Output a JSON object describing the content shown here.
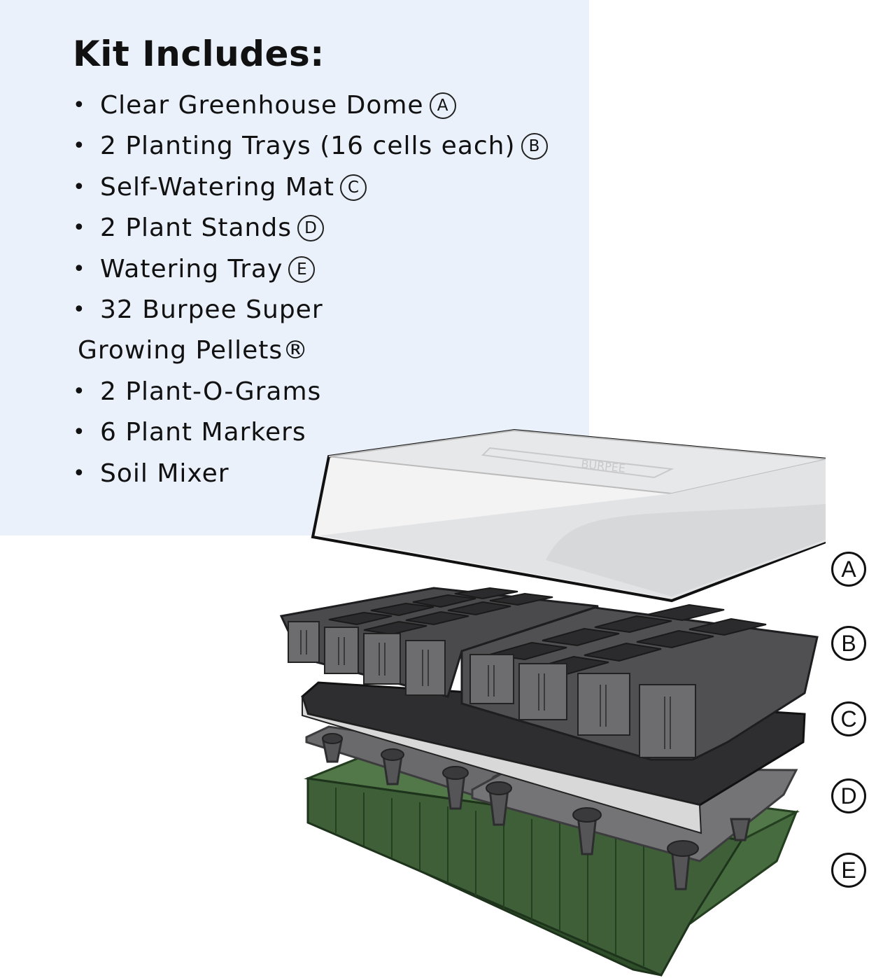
{
  "panel": {
    "title": "Kit Includes:",
    "items": [
      {
        "bullet": "•",
        "text": "Clear Greenhouse Dome",
        "badge": "A"
      },
      {
        "bullet": "•",
        "text": "2 Planting Trays (16 cells each)",
        "badge": "B"
      },
      {
        "bullet": "•",
        "text": "Self-Watering Mat",
        "badge": "C"
      },
      {
        "bullet": "•",
        "text": "2 Plant Stands",
        "badge": "D"
      },
      {
        "bullet": "•",
        "text": "Watering Tray",
        "badge": "E"
      },
      {
        "bullet": "•",
        "text": "32 Burpee Super",
        "badge": ""
      },
      {
        "bullet": "",
        "text": "Growing Pellets®",
        "badge": ""
      },
      {
        "bullet": "•",
        "text": "2 Plant-O-Grams",
        "badge": ""
      },
      {
        "bullet": "•",
        "text": "6 Plant Markers",
        "badge": ""
      },
      {
        "bullet": "•",
        "text": "Soil Mixer",
        "badge": ""
      }
    ]
  },
  "illustration": {
    "dome_text": "BURPEE",
    "labels": [
      "A",
      "B",
      "C",
      "D",
      "E"
    ]
  },
  "colors": {
    "panel_bg": "#eaf1fb",
    "dome": "#f2f3f4",
    "tray_dark": "#4a4a4c",
    "mat": "#2e2e30",
    "stand": "#6a6a6c",
    "watering_tray": "#466b3f"
  }
}
